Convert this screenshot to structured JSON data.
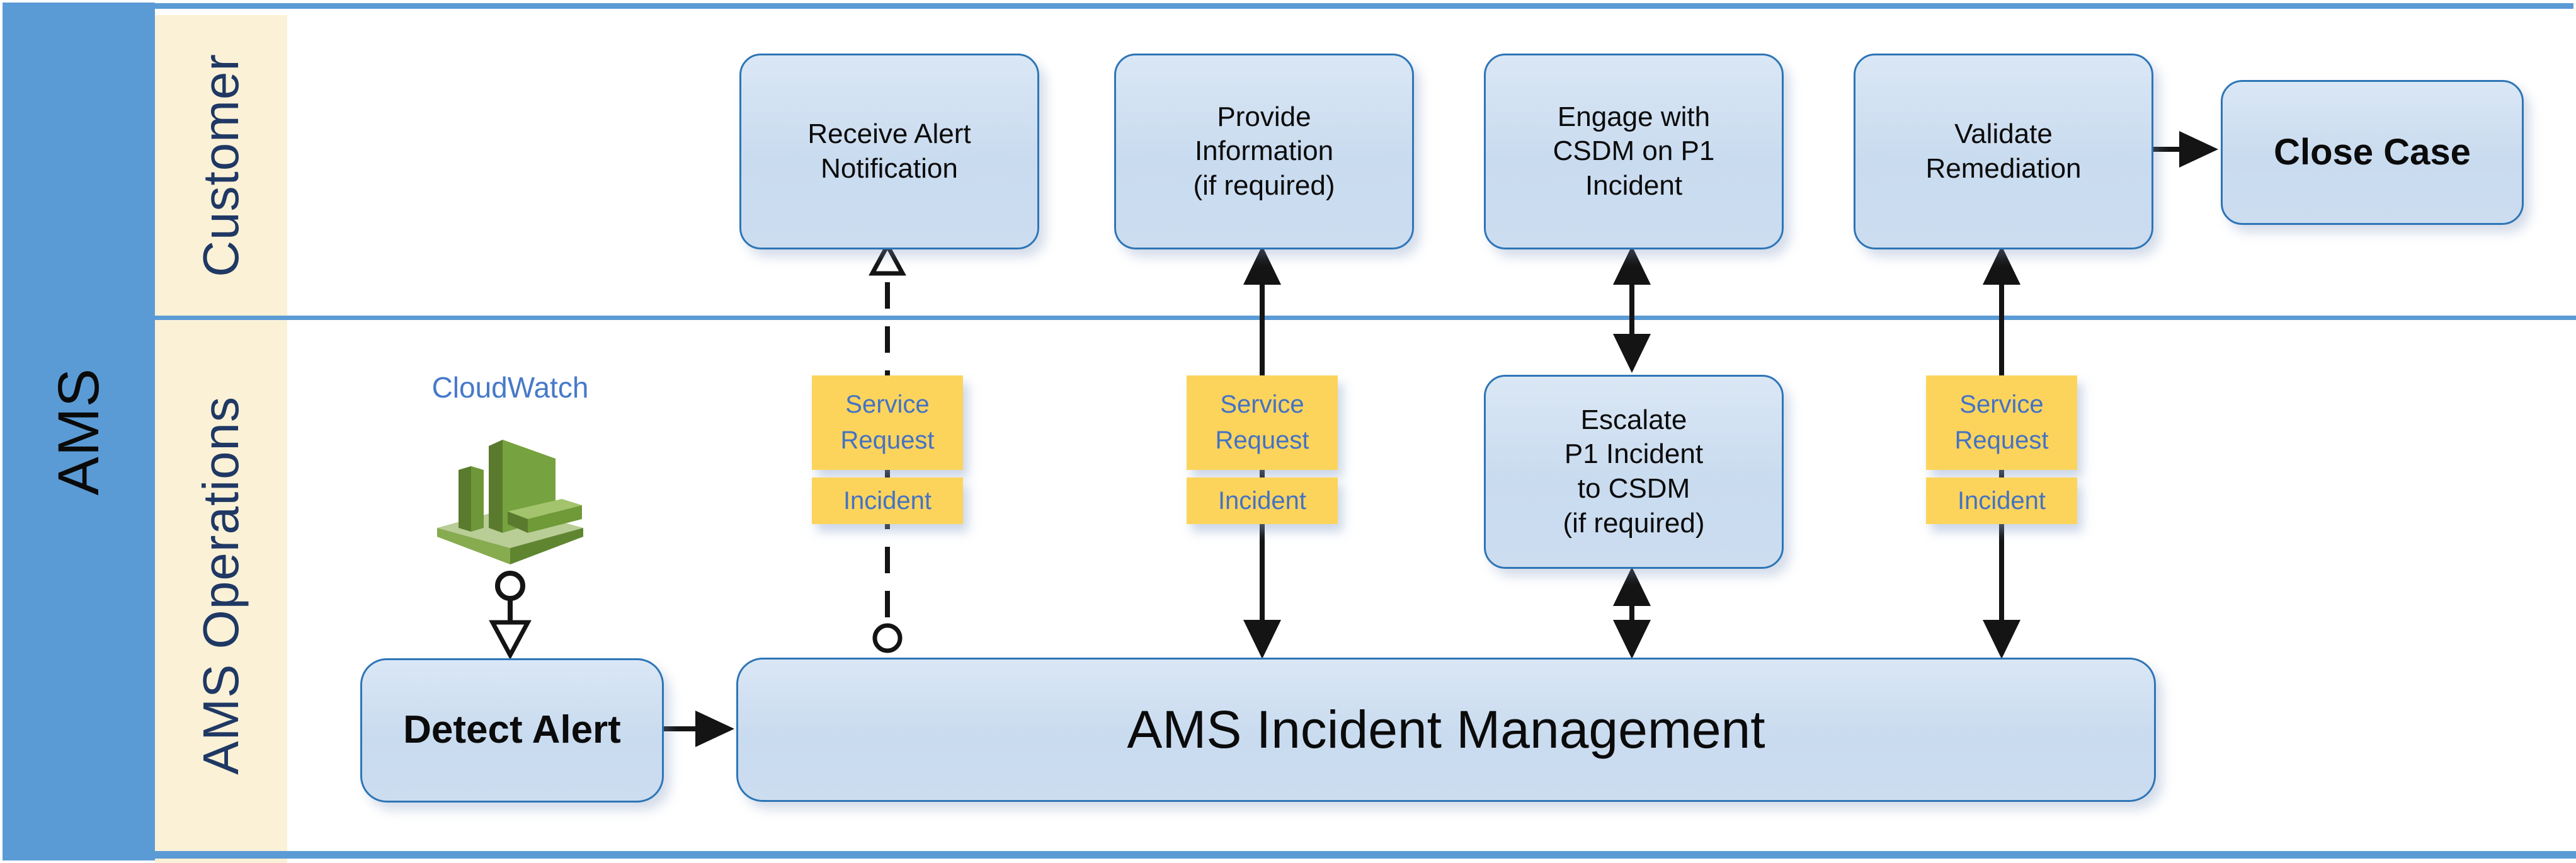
{
  "band": {
    "label": "AMS"
  },
  "lanes": {
    "customer": "Customer",
    "ops": "AMS Operations"
  },
  "customer": {
    "receive_alert": "Receive Alert\nNotification",
    "provide_information": "Provide\nInformation\n(if required)",
    "engage_csdm": "Engage with\nCSDM on P1\nIncident",
    "validate_remediation": "Validate\nRemediation",
    "close_case": "Close Case"
  },
  "ops": {
    "cloudwatch_label": "CloudWatch",
    "detect_alert": "Detect Alert",
    "incident_management": "AMS Incident Management",
    "escalate": "Escalate\nP1 Incident\nto CSDM\n(if required)"
  },
  "tags": {
    "service_request": "Service\nRequest",
    "incident": "Incident"
  },
  "colors": {
    "band_blue": "#5b9bd5",
    "lane_cream": "#faf1d7",
    "lane_label_navy": "#1f3864",
    "box_fill_light": "#dae7f5",
    "box_fill_dark": "#c9dbef",
    "box_border_blue": "#2e75b6",
    "tag_yellow": "#fcd45c",
    "tag_text_blue": "#4472c4",
    "connector_black": "#141414",
    "cloudwatch_label_blue": "#4779c9",
    "cloudwatch_green": "#74a03f"
  }
}
